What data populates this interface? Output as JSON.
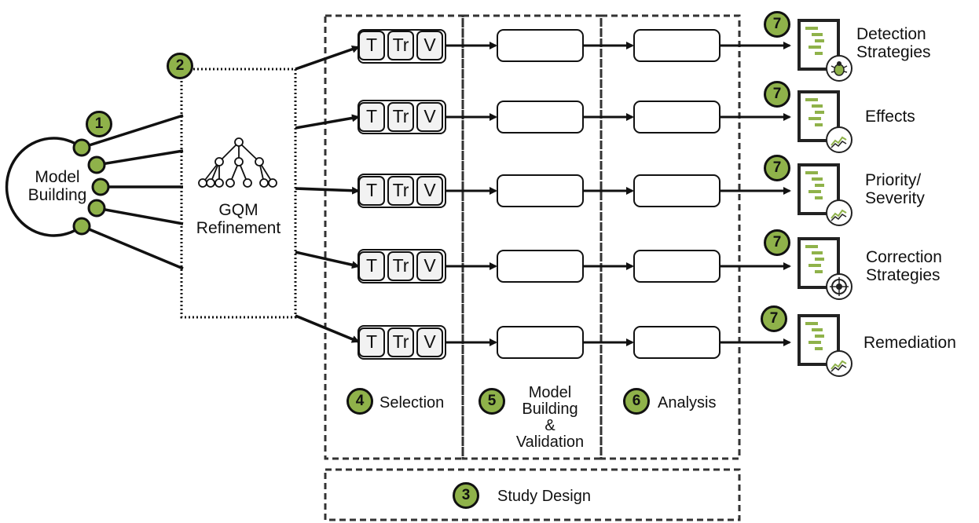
{
  "model_building": {
    "label_line1": "Model",
    "label_line2": "Building"
  },
  "gqm": {
    "label_line1": "GQM",
    "label_line2": "Refinement"
  },
  "row_cells": {
    "t": "T",
    "tr": "Tr",
    "v": "V"
  },
  "steps": {
    "model_building_number": "1",
    "gqm_number": "2",
    "study_design_number": "3",
    "study_design_label": "Study Design",
    "selection_number": "4",
    "selection_label": "Selection",
    "validation_number": "5",
    "validation_line1": "Model",
    "validation_line2": "Building",
    "validation_line3": "&",
    "validation_line4": "Validation",
    "analysis_number": "6",
    "analysis_label": "Analysis",
    "outcome_number": "7"
  },
  "outcomes": [
    {
      "line1": "Detection",
      "line2": "Strategies",
      "icon": "bug-icon"
    },
    {
      "line1": "Effects",
      "line2": "",
      "icon": "trend-chart-icon"
    },
    {
      "line1": "Priority/",
      "line2": "Severity",
      "icon": "trend-chart-icon"
    },
    {
      "line1": "Correction",
      "line2": "Strategies",
      "icon": "target-icon"
    },
    {
      "line1": "Remediation",
      "line2": "",
      "icon": "trend-chart-icon"
    }
  ],
  "colors": {
    "accent_green": "#8fb24a",
    "stroke": "#111111"
  }
}
